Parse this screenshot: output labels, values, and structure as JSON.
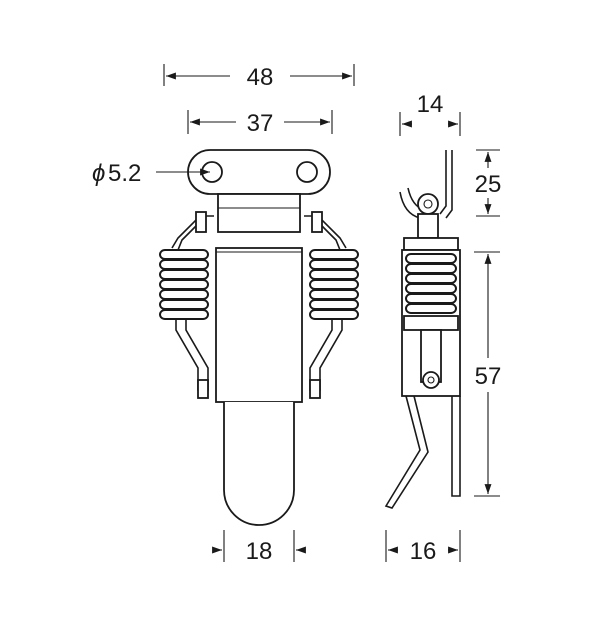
{
  "dimensions": {
    "overall_width": "48",
    "hole_pitch": "37",
    "hole_diameter_symbol": "ϕ",
    "hole_diameter": "5.2",
    "hook_depth": "14",
    "hook_height": "25",
    "body_length": "57",
    "plate_width": "18",
    "side_width": "16"
  }
}
